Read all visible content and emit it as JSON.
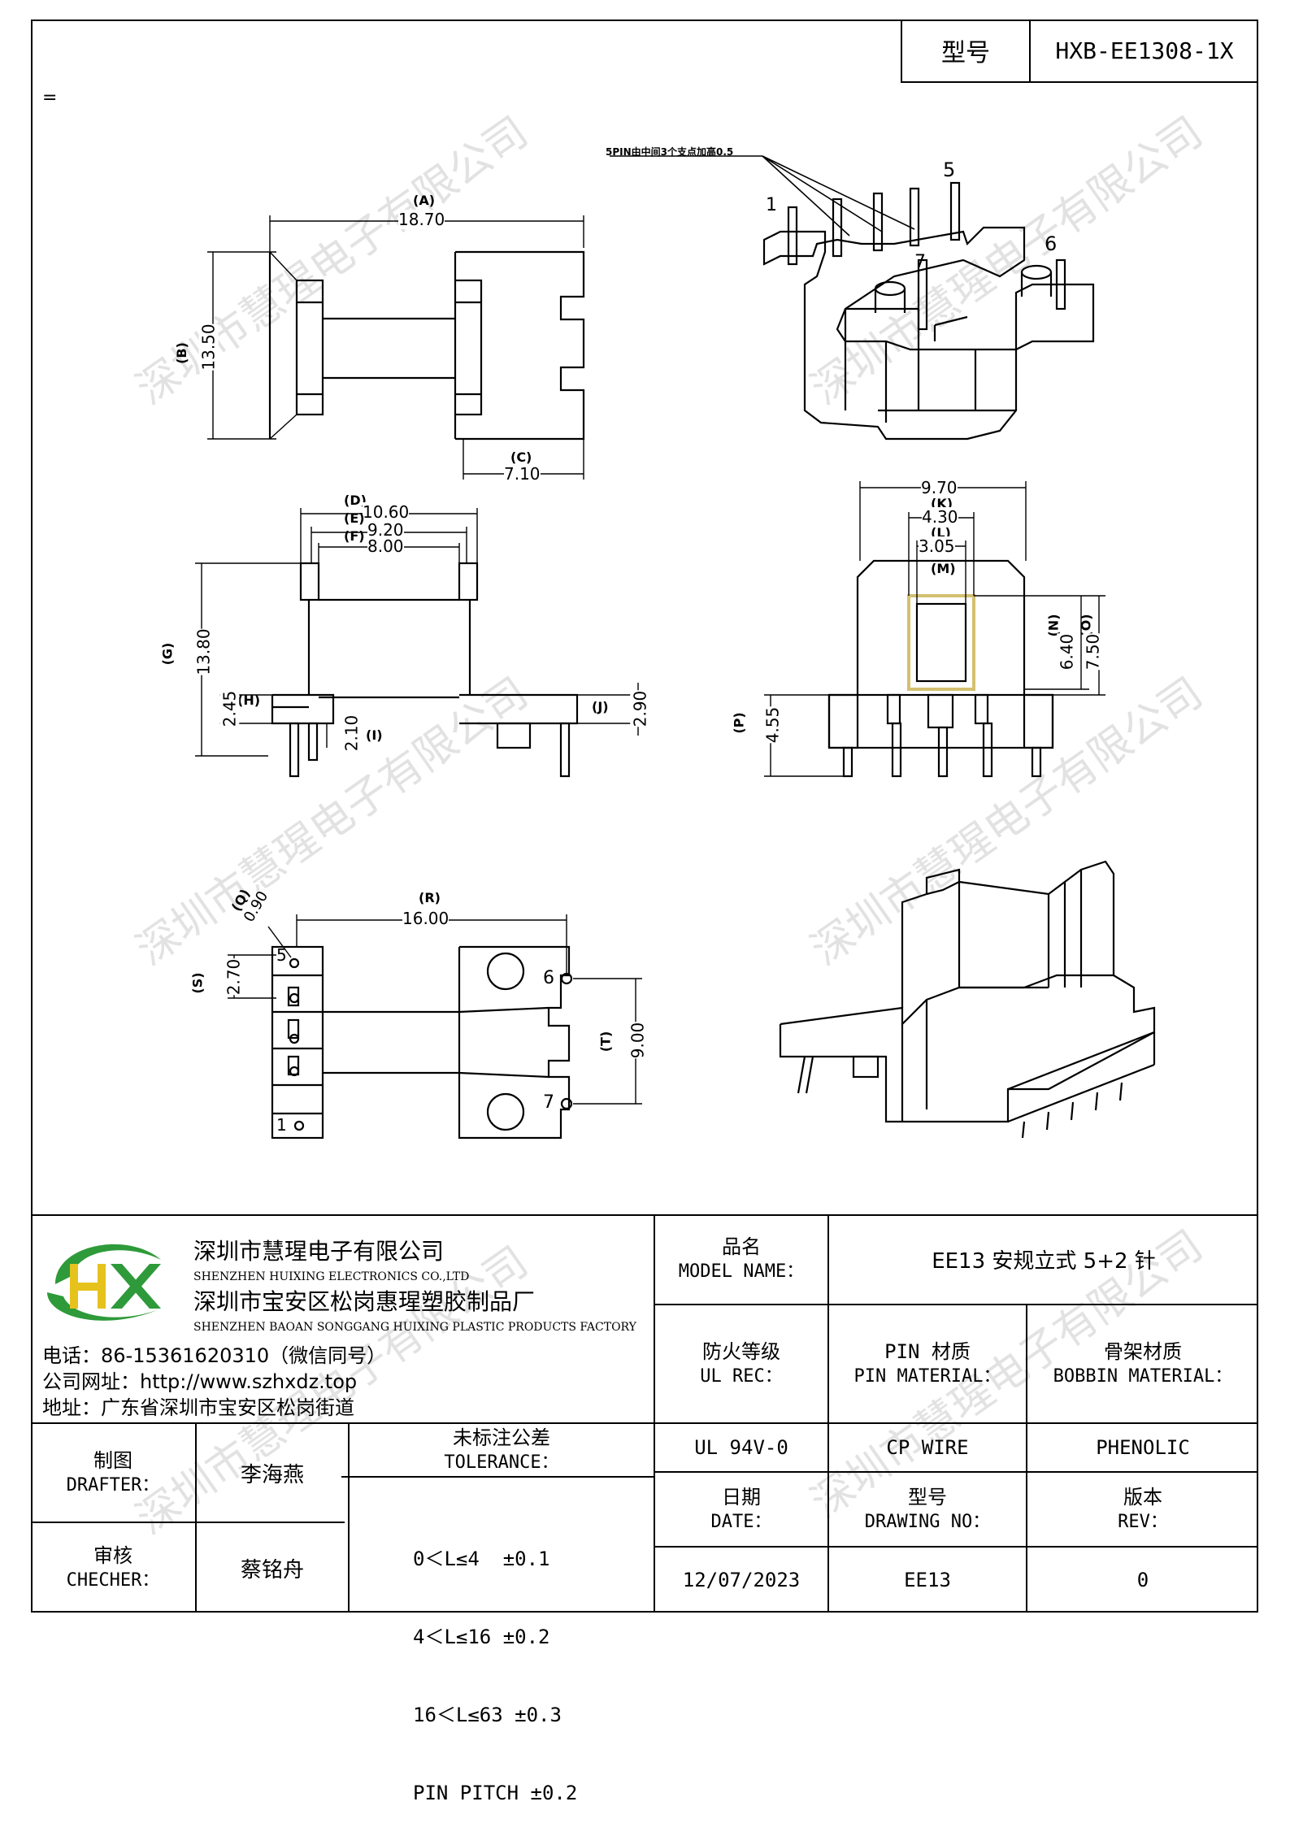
{
  "header": {
    "model_label": "型号",
    "model_value": "HXB-EE1308-1X",
    "stray_mark": "="
  },
  "watermark": "深圳市慧瑆电子有限公司",
  "drawing": {
    "callout_note": "5PIN由中间3个支点加高0.5",
    "pins": {
      "p1": "1",
      "p5": "5",
      "p6": "6",
      "p7": "7"
    },
    "pins_bottom": {
      "p1": "1",
      "p5": "5",
      "p6": "6",
      "p7": "7"
    },
    "dims": {
      "A_label": "(A)",
      "A": "18.70",
      "B_label": "(B)",
      "B": "13.50",
      "C_label": "(C)",
      "C": "7.10",
      "D_label": "(D)",
      "D": "10.60",
      "E_label": "(E)",
      "E": "9.20",
      "F_label": "(F)",
      "F": "8.00",
      "G_label": "(G)",
      "G": "13.80",
      "H_label": "(H)",
      "H": "2.45",
      "I_label": "(I)",
      "I": "2.10",
      "J_label": "(J)",
      "J": "2.90",
      "top": "9.70",
      "K_label": "(K)",
      "K": "4.30",
      "L_label": "(L)",
      "L": "3.05",
      "M_label": "(M)",
      "N_label": "(N)",
      "N": "6.40",
      "O_label": "(O)",
      "O": "7.50",
      "P_label": "(P)",
      "P": "4.55",
      "Q_label": "(Q)",
      "Q": "0.90",
      "R_label": "(R)",
      "R": "16.00",
      "S_label": "(S)",
      "S": "2.70",
      "T_label": "(T)",
      "T": "9.00"
    }
  },
  "title_block": {
    "logo_text": "HX",
    "company_cn": "深圳市慧瑆电子有限公司",
    "company_en": "SHENZHEN HUIXING ELECTRONICS CO.,LTD",
    "factory_cn": "深圳市宝安区松岗惠瑆塑胶制品厂",
    "factory_en": "SHENZHEN BAOAN SONGGANG HUIXING PLASTIC PRODUCTS FACTORY",
    "phone": "电话：86-15361620310（微信同号）",
    "website": "公司网址：http://www.szhxdz.top",
    "address": "地址：广东省深圳市宝安区松岗街道",
    "model_name_cn": "品名",
    "model_name_en": "MODEL NAME：",
    "model_name_value": "EE13 安规立式 5+2 针",
    "fire_cn": "防火等级",
    "fire_en": "UL REC：",
    "pin_cn": "PIN 材质",
    "pin_en": "PIN MATERIAL：",
    "bobbin_cn": "骨架材质",
    "bobbin_en": "BOBBIN MATERIAL：",
    "fire_value": "UL 94V-0",
    "pin_value": "CP WIRE",
    "bobbin_value": "PHENOLIC",
    "drafter_cn": "制图",
    "drafter_en": "DRAFTER：",
    "drafter_value": "李海燕",
    "checker_cn": "审核",
    "checker_en": "CHECHER：",
    "checker_value": "蔡铭舟",
    "tolerance_cn": "未标注公差",
    "tolerance_en": "TOLERANCE：",
    "tolerance_lines": [
      "0＜L≤4  ±0.1",
      "4＜L≤16 ±0.2",
      "16＜L≤63 ±0.3",
      "PIN PITCH ±0.2"
    ],
    "date_cn": "日期",
    "date_en": "DATE：",
    "date_value": "12/07/2023",
    "drawing_no_cn": "型号",
    "drawing_no_en": "DRAWING NO：",
    "drawing_no_value": "EE13",
    "rev_cn": "版本",
    "rev_en": "REV：",
    "rev_value": "0"
  }
}
